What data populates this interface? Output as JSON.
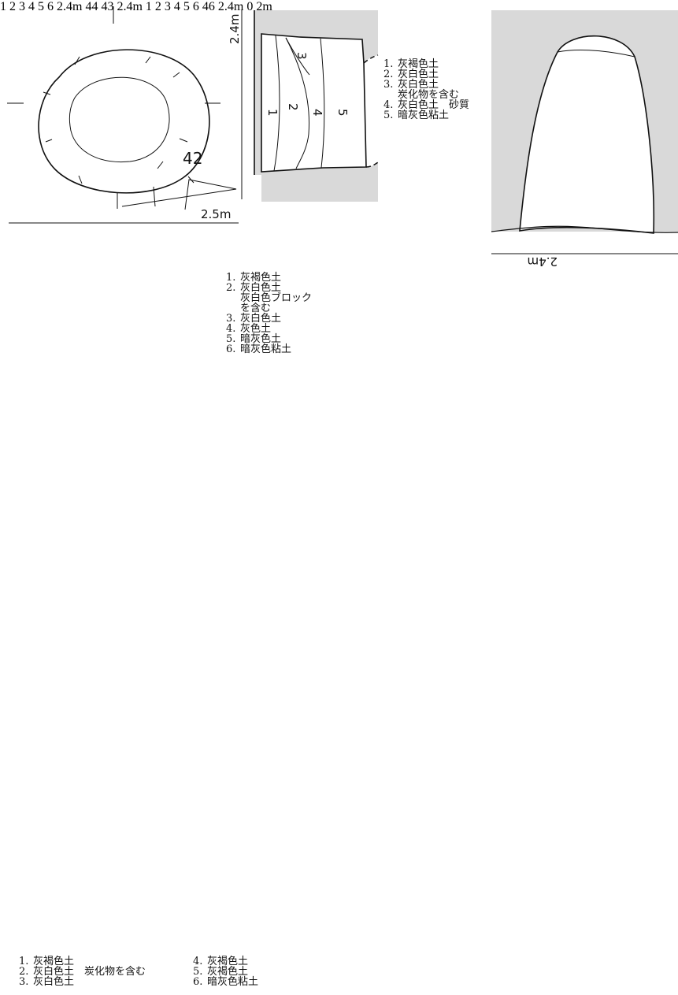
{
  "colors": {
    "fill": "#d9d9d9",
    "ink": "#111111",
    "paper": "#ffffff"
  },
  "features": [
    {
      "id": "42",
      "number": "42",
      "plan_scale": "2.5m",
      "section_scale": "2.4m",
      "legend": [
        {
          "n": "1.",
          "text": "灰褐色土"
        },
        {
          "n": "2.",
          "text": "灰白色土"
        },
        {
          "n": "3.",
          "text": "灰白色土"
        },
        {
          "n": "",
          "text": "炭化物を含む"
        },
        {
          "n": "4.",
          "text": "灰白色土　砂質"
        },
        {
          "n": "5.",
          "text": "暗灰色粘土"
        }
      ],
      "layers": [
        "1",
        "2",
        "3",
        "4",
        "5"
      ]
    },
    {
      "id": "44",
      "number": "44",
      "section_scale": "2.4m",
      "legend": [
        {
          "n": "1.",
          "text": "灰褐色土"
        },
        {
          "n": "2.",
          "text": "灰白色土"
        },
        {
          "n": "",
          "text": "灰白色ブロック"
        },
        {
          "n": "",
          "text": "を含む"
        },
        {
          "n": "3.",
          "text": "灰白色土"
        },
        {
          "n": "4.",
          "text": "灰色土"
        },
        {
          "n": "5.",
          "text": "暗灰色土"
        },
        {
          "n": "6.",
          "text": "暗灰色粘土"
        }
      ],
      "layers": [
        "1",
        "2",
        "3",
        "4",
        "5",
        "6"
      ]
    },
    {
      "id": "43",
      "number": "43",
      "section_scale": "2.4m",
      "legend_left": [
        {
          "n": "1.",
          "text": "灰褐色土"
        },
        {
          "n": "2.",
          "text": "灰白色土　炭化物を含む"
        },
        {
          "n": "3.",
          "text": "灰白色土"
        }
      ],
      "legend_right": [
        {
          "n": "4.",
          "text": "灰褐色土"
        },
        {
          "n": "5.",
          "text": "灰褐色土"
        },
        {
          "n": "6.",
          "text": "暗灰色粘土"
        }
      ],
      "layers": [
        "1",
        "2",
        "3",
        "4",
        "5",
        "6"
      ]
    },
    {
      "id": "46",
      "number": "46",
      "section_scale": "2.4m"
    }
  ],
  "scale_bar": {
    "start": "0",
    "end": "2m"
  }
}
